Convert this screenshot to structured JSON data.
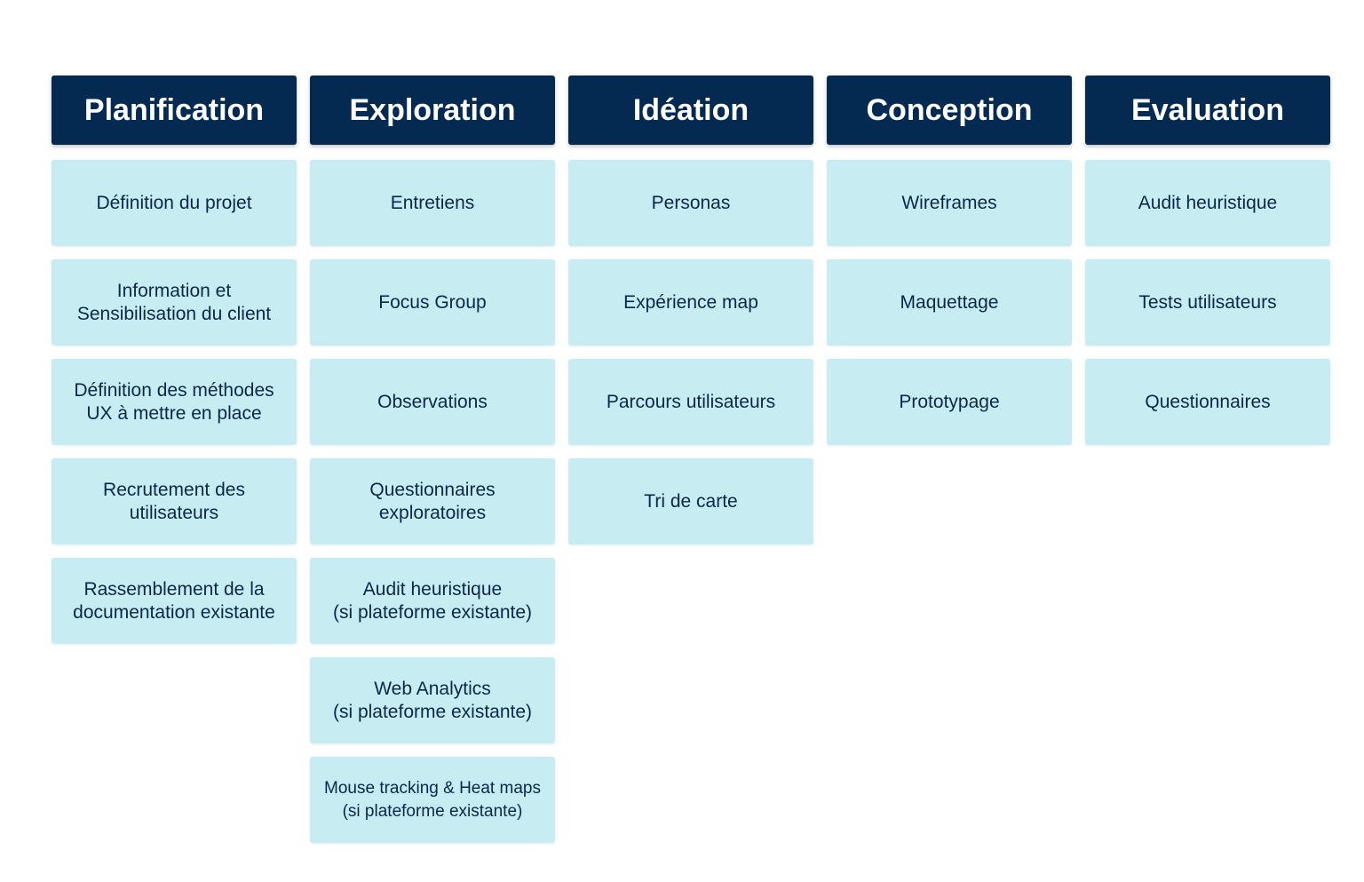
{
  "colors": {
    "header_bg": "#042a52",
    "header_text": "#ffffff",
    "card_bg": "#c7edf3",
    "card_text": "#0b2748"
  },
  "phases": [
    {
      "title": "Planification",
      "items": [
        "Définition du projet",
        "Information et\nSensibilisation du client",
        "Définition des méthodes\nUX à mettre en place",
        "Recrutement des\nutilisateurs",
        "Rassemblement de la\ndocumentation existante"
      ]
    },
    {
      "title": "Exploration",
      "items": [
        "Entretiens",
        "Focus Group",
        "Observations",
        "Questionnaires\nexploratoires",
        "Audit heuristique\n(si plateforme existante)",
        "Web Analytics\n(si plateforme existante)",
        "Mouse tracking & Heat maps\n(si plateforme existante)"
      ]
    },
    {
      "title": "Idéation",
      "items": [
        "Personas",
        "Expérience map",
        "Parcours utilisateurs",
        "Tri de carte"
      ]
    },
    {
      "title": "Conception",
      "items": [
        "Wireframes",
        "Maquettage",
        "Prototypage"
      ]
    },
    {
      "title": "Evaluation",
      "items": [
        "Audit heuristique",
        "Tests utilisateurs",
        "Questionnaires"
      ]
    }
  ]
}
